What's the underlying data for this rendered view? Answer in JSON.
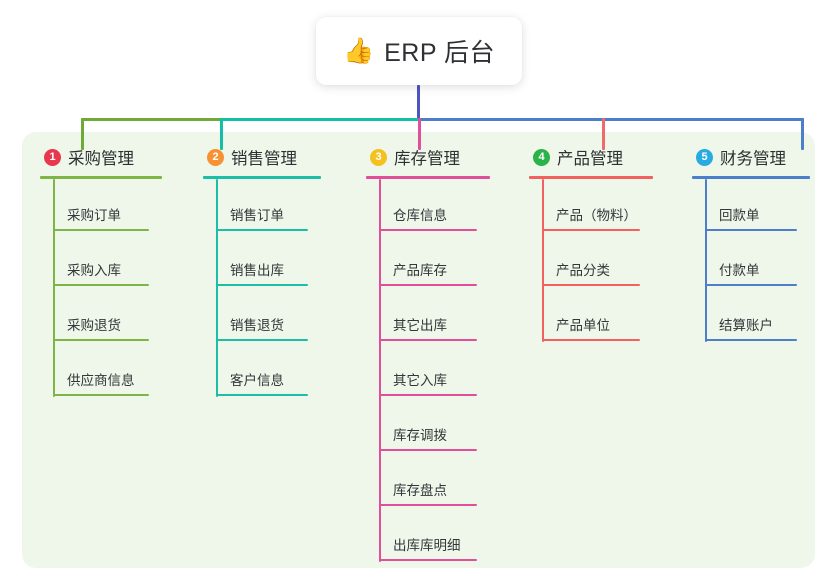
{
  "root": {
    "icon": "thumbs-up-icon",
    "icon_glyph": "👍",
    "title": "ERP 后台"
  },
  "canvas": {
    "panel_color": "#eef7e9",
    "background_color": "#ffffff"
  },
  "connector_colors": {
    "trunk": "#4d55c0",
    "branch_green": "#6fa93a",
    "branch_teal": "#13bfa6",
    "branch_pink": "#e0509a",
    "branch_red": "#ef6a6a",
    "branch_blue": "#4d7ec9"
  },
  "columns": [
    {
      "number": "1",
      "badge_color": "#e8384f",
      "line_color": "#7fb447",
      "title": "采购管理",
      "items": [
        {
          "label": "采购订单"
        },
        {
          "label": "采购入库"
        },
        {
          "label": "采购退货"
        },
        {
          "label": "供应商信息"
        }
      ]
    },
    {
      "number": "2",
      "badge_color": "#f79234",
      "line_color": "#1cbfa5",
      "title": "销售管理",
      "items": [
        {
          "label": "销售订单"
        },
        {
          "label": "销售出库"
        },
        {
          "label": "销售退货"
        },
        {
          "label": "客户信息"
        }
      ]
    },
    {
      "number": "3",
      "badge_color": "#f5c11e",
      "line_color": "#e0509a",
      "title": "库存管理",
      "items": [
        {
          "label": "仓库信息"
        },
        {
          "label": "产品库存"
        },
        {
          "label": "其它出库"
        },
        {
          "label": "其它入库"
        },
        {
          "label": "库存调拨"
        },
        {
          "label": "库存盘点"
        },
        {
          "label": "出库库明细"
        }
      ]
    },
    {
      "number": "4",
      "badge_color": "#2bb34a",
      "line_color": "#f0615f",
      "title": "产品管理",
      "items": [
        {
          "label": "产品（物料）"
        },
        {
          "label": "产品分类"
        },
        {
          "label": "产品单位"
        }
      ]
    },
    {
      "number": "5",
      "badge_color": "#29abe2",
      "line_color": "#4d7ec9",
      "title": "财务管理",
      "items": [
        {
          "label": "回款单"
        },
        {
          "label": "付款单"
        },
        {
          "label": "结算账户"
        }
      ]
    }
  ]
}
